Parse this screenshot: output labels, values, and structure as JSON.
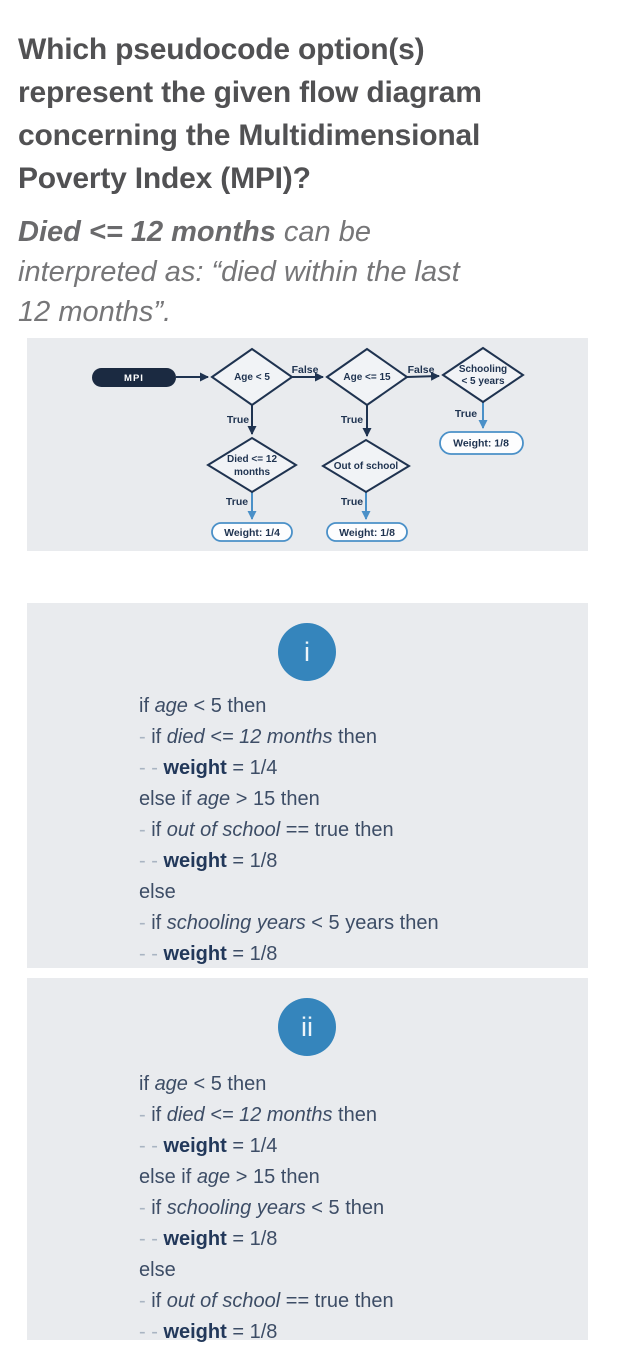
{
  "question": {
    "lines": [
      "Which pseudocode option(s)",
      "represent the given flow diagram",
      "concerning the Multidimensional",
      "Poverty Index (MPI)?"
    ]
  },
  "note": {
    "bold": "Died <= 12 months",
    "rest1": " can be",
    "line2": "interpreted as: “died within the last",
    "line3": "12 months”."
  },
  "colors": {
    "accent_blue": "#3585bc",
    "navy": "#1f3350",
    "arrow_blue": "#4a90c8",
    "card_bg": "#e9ebee",
    "heading_gray": "#515153",
    "note_gray": "#767678",
    "code_text": "#3d4d66"
  },
  "diagram": {
    "start": "MPI",
    "decision_age5": "Age < 5",
    "decision_age15": "Age <= 15",
    "decision_schooling_l1": "Schooling",
    "decision_schooling_l2": "< 5 years",
    "decision_died_l1": "Died <= 12",
    "decision_died_l2": "months",
    "decision_out_of_school": "Out of school",
    "weight_quarter": "Weight: 1/4",
    "weight_eighth": "Weight: 1/8",
    "label_true": "True",
    "label_false": "False"
  },
  "options": [
    {
      "id": "i",
      "lines": [
        [
          {
            "t": "if ",
            "s": "plain"
          },
          {
            "t": "age",
            "s": "var"
          },
          {
            "t": " < 5 then",
            "s": "plain"
          }
        ],
        [
          {
            "t": "- ",
            "s": "dash"
          },
          {
            "t": "if ",
            "s": "plain"
          },
          {
            "t": "died <= 12 months",
            "s": "var"
          },
          {
            "t": " then",
            "s": "plain"
          }
        ],
        [
          {
            "t": "- - ",
            "s": "dash"
          },
          {
            "t": "weight",
            "s": "bold"
          },
          {
            "t": " = 1/4",
            "s": "plain"
          }
        ],
        [
          {
            "t": "else if ",
            "s": "plain"
          },
          {
            "t": "age",
            "s": "var"
          },
          {
            "t": " > 15 then",
            "s": "plain"
          }
        ],
        [
          {
            "t": "- ",
            "s": "dash"
          },
          {
            "t": "if ",
            "s": "plain"
          },
          {
            "t": "out of school",
            "s": "var"
          },
          {
            "t": " == true then",
            "s": "plain"
          }
        ],
        [
          {
            "t": "- - ",
            "s": "dash"
          },
          {
            "t": "weight",
            "s": "bold"
          },
          {
            "t": " = 1/8",
            "s": "plain"
          }
        ],
        [
          {
            "t": "else",
            "s": "plain"
          }
        ],
        [
          {
            "t": "- ",
            "s": "dash"
          },
          {
            "t": "if ",
            "s": "plain"
          },
          {
            "t": "schooling years",
            "s": "var"
          },
          {
            "t": " < 5 years then",
            "s": "plain"
          }
        ],
        [
          {
            "t": "- - ",
            "s": "dash"
          },
          {
            "t": "weight",
            "s": "bold"
          },
          {
            "t": " = 1/8",
            "s": "plain"
          }
        ]
      ]
    },
    {
      "id": "ii",
      "lines": [
        [
          {
            "t": "if ",
            "s": "plain"
          },
          {
            "t": "age",
            "s": "var"
          },
          {
            "t": " < 5 then",
            "s": "plain"
          }
        ],
        [
          {
            "t": "- ",
            "s": "dash"
          },
          {
            "t": "if ",
            "s": "plain"
          },
          {
            "t": "died <= 12 months",
            "s": "var"
          },
          {
            "t": " then",
            "s": "plain"
          }
        ],
        [
          {
            "t": "- - ",
            "s": "dash"
          },
          {
            "t": "weight",
            "s": "bold"
          },
          {
            "t": " = 1/4",
            "s": "plain"
          }
        ],
        [
          {
            "t": "else if ",
            "s": "plain"
          },
          {
            "t": "age",
            "s": "var"
          },
          {
            "t": " > 15 then",
            "s": "plain"
          }
        ],
        [
          {
            "t": "- ",
            "s": "dash"
          },
          {
            "t": "if ",
            "s": "plain"
          },
          {
            "t": "schooling years",
            "s": "var"
          },
          {
            "t": " < 5 then",
            "s": "plain"
          }
        ],
        [
          {
            "t": "- - ",
            "s": "dash"
          },
          {
            "t": "weight",
            "s": "bold"
          },
          {
            "t": " = 1/8",
            "s": "plain"
          }
        ],
        [
          {
            "t": "else",
            "s": "plain"
          }
        ],
        [
          {
            "t": "- ",
            "s": "dash"
          },
          {
            "t": "if ",
            "s": "plain"
          },
          {
            "t": "out of school",
            "s": "var"
          },
          {
            "t": " == true then",
            "s": "plain"
          }
        ],
        [
          {
            "t": "- - ",
            "s": "dash"
          },
          {
            "t": "weight",
            "s": "bold"
          },
          {
            "t": " = 1/8",
            "s": "plain"
          }
        ]
      ]
    }
  ]
}
